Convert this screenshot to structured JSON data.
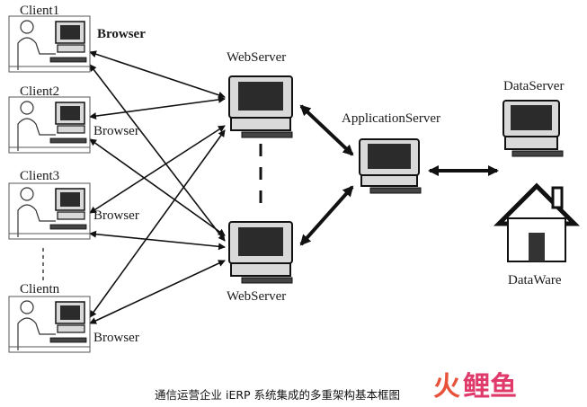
{
  "clients": [
    {
      "label": "Client1",
      "browser": "Browser"
    },
    {
      "label": "Client2",
      "browser": "Browser"
    },
    {
      "label": "Client3",
      "browser": "Browser"
    },
    {
      "label": "Clientn",
      "browser": "Browser"
    }
  ],
  "web_servers": [
    {
      "label": "WebServer"
    },
    {
      "label": "WebServer"
    }
  ],
  "application_server": {
    "label": "ApplicationServer"
  },
  "data_server": {
    "label": "DataServer"
  },
  "data_ware": {
    "label": "DataWare"
  },
  "caption": "通信运营企业 iERP 系统集成的多重架构基本框图",
  "watermark": {
    "text_left": "火",
    "text_right": "鲤鱼",
    "color_left": "#e8523a",
    "color_right": "#e03a6a"
  },
  "colors": {
    "line": "#111111",
    "screen": "#2b2b2b",
    "monitor": "#d9d9d9",
    "house_door": "#333333"
  }
}
